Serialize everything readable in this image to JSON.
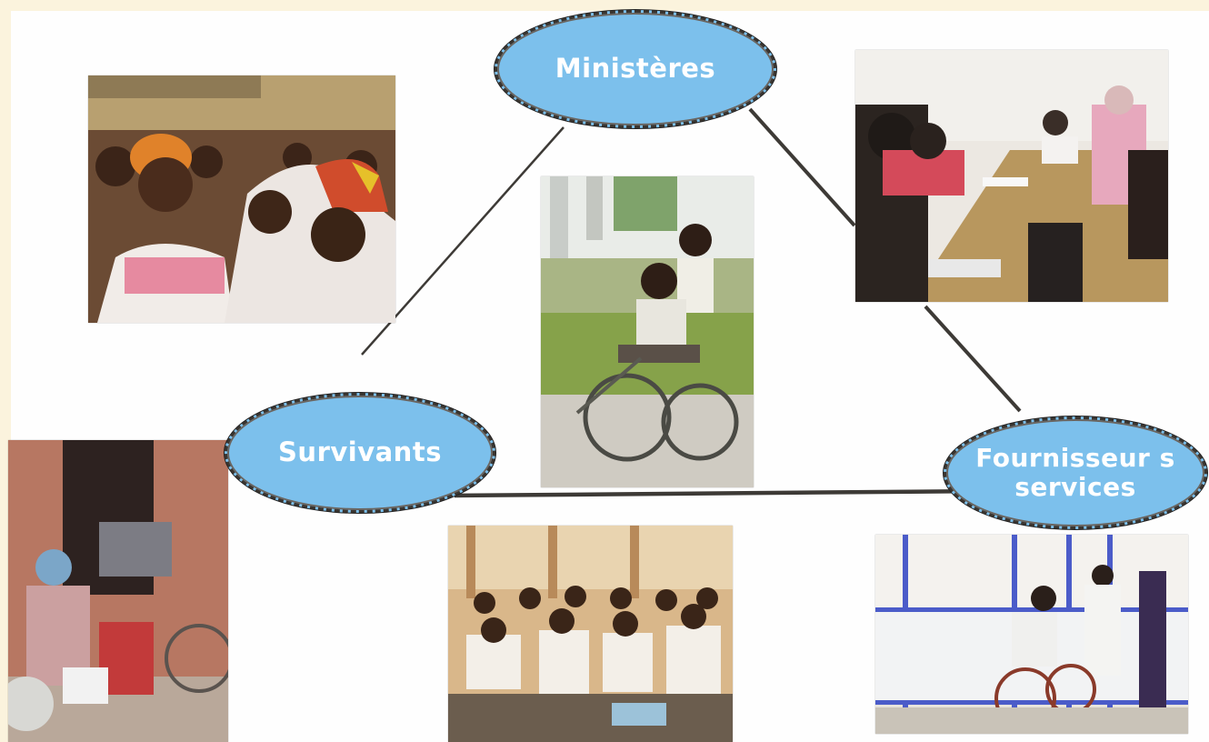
{
  "nodes": {
    "ministeres": {
      "label": "Ministères"
    },
    "survivants": {
      "label": "Survivants"
    },
    "fournisseurs": {
      "line1": "Fournisseur s",
      "line2": "services"
    }
  },
  "photos": {
    "women_gathering": {
      "subject": "women seated at a community gathering"
    },
    "wheelchair_children": {
      "subject": "children with a wheelchair"
    },
    "office_meeting": {
      "subject": "meeting around a conference table"
    },
    "tricycle_woman": {
      "subject": "woman seated beside a hand tricycle"
    },
    "classroom": {
      "subject": "classroom with students"
    },
    "service_counter": {
      "subject": "person in wheelchair at a service counter"
    }
  },
  "colors": {
    "node_fill": "#7cc0ec",
    "node_border": "#3a3530",
    "node_text": "#ffffff",
    "edge": "#3d3a36",
    "page_border": "#fbf3dd"
  }
}
